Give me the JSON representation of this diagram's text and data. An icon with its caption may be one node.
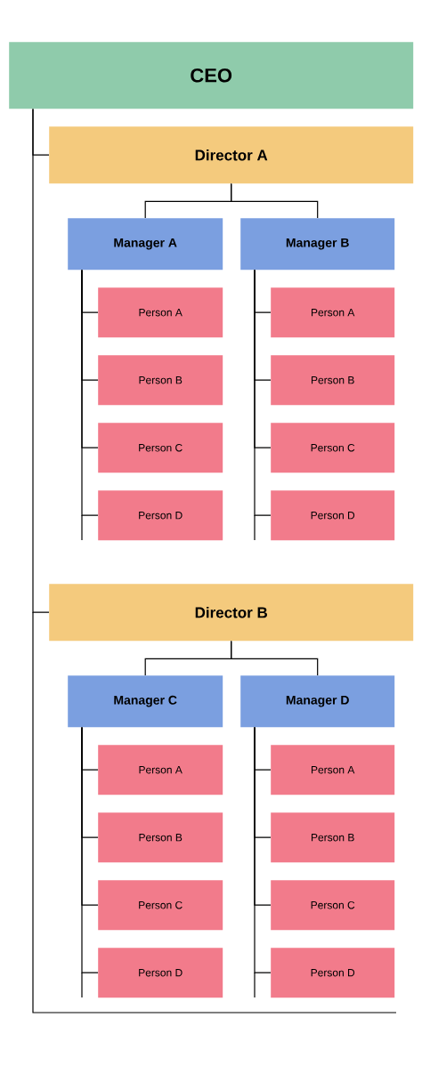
{
  "diagram": {
    "nodes": [
      {
        "text": [
          "CEO"
        ]
      },
      {
        "text": [
          "Director A"
        ]
      },
      {
        "text": [
          "Manager A"
        ]
      },
      {
        "text": [
          "Manager B"
        ]
      },
      {
        "text": [
          "Person A"
        ]
      },
      {
        "text": [
          "Person B"
        ]
      },
      {
        "text": [
          "Person C"
        ]
      },
      {
        "text": [
          "Person D"
        ]
      },
      {
        "text": [
          "Person A"
        ]
      },
      {
        "text": [
          "Person B"
        ]
      },
      {
        "text": [
          "Person C"
        ]
      },
      {
        "text": [
          "Person D"
        ]
      },
      {
        "text": [
          "Director B"
        ]
      },
      {
        "text": [
          "Manager C"
        ]
      },
      {
        "text": [
          "Manager D"
        ]
      },
      {
        "text": [
          "Person A"
        ]
      },
      {
        "text": [
          "Person B"
        ]
      },
      {
        "text": [
          "Person C"
        ]
      },
      {
        "text": [
          "Person D"
        ]
      },
      {
        "text": [
          "Person A"
        ]
      },
      {
        "text": [
          "Person B"
        ]
      },
      {
        "text": [
          "Person C"
        ]
      },
      {
        "text": [
          "Person D"
        ]
      }
    ],
    "edges": [
      {
        "from": 0,
        "to": 1,
        "arrow": "none"
      },
      {
        "from": 0,
        "to": 12,
        "arrow": "none"
      },
      {
        "from": 1,
        "to": 2,
        "arrow": "none"
      },
      {
        "from": 1,
        "to": 3,
        "arrow": "none"
      },
      {
        "from": 2,
        "to": 4,
        "arrow": "none"
      },
      {
        "from": 2,
        "to": 5,
        "arrow": "none"
      },
      {
        "from": 2,
        "to": 6,
        "arrow": "none"
      },
      {
        "from": 2,
        "to": 7,
        "arrow": "none"
      },
      {
        "from": 3,
        "to": 8,
        "arrow": "none"
      },
      {
        "from": 3,
        "to": 9,
        "arrow": "none"
      },
      {
        "from": 3,
        "to": 10,
        "arrow": "none"
      },
      {
        "from": 3,
        "to": 11,
        "arrow": "none"
      },
      {
        "from": 12,
        "to": 13,
        "arrow": "none"
      },
      {
        "from": 12,
        "to": 14,
        "arrow": "none"
      },
      {
        "from": 13,
        "to": 15,
        "arrow": "none"
      },
      {
        "from": 13,
        "to": 16,
        "arrow": "none"
      },
      {
        "from": 13,
        "to": 17,
        "arrow": "none"
      },
      {
        "from": 13,
        "to": 18,
        "arrow": "none"
      },
      {
        "from": 14,
        "to": 19,
        "arrow": "none"
      },
      {
        "from": 14,
        "to": 20,
        "arrow": "none"
      },
      {
        "from": 14,
        "to": 21,
        "arrow": "none"
      },
      {
        "from": 14,
        "to": 22,
        "arrow": "none"
      }
    ]
  }
}
